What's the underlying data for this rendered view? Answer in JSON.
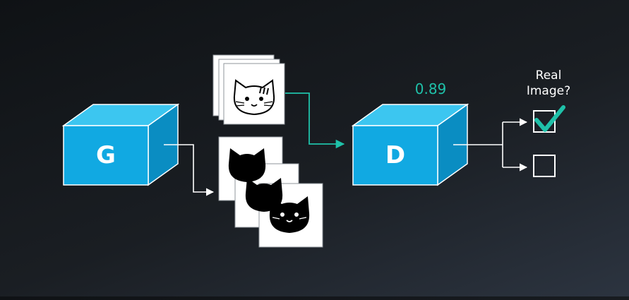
{
  "generator": {
    "letter": "G"
  },
  "discriminator": {
    "letter": "D",
    "score": "0.89"
  },
  "question": {
    "line1": "Real",
    "line2": "Image?"
  },
  "outputs": {
    "real_checked": true,
    "fake_checked": false
  },
  "colors": {
    "box_fill": "#11a9e2",
    "box_top": "#3cc6f0",
    "box_side": "#0a8dc2",
    "arrow_white": "#ffffff",
    "arrow_teal": "#1fc1a9",
    "check": "#1fc1a9",
    "cat_black": "#000000"
  },
  "icons": {
    "real_cat": "cat-outline-icon",
    "fake_cat": "cat-silhouette-icon",
    "checkbox": "checkbox-icon",
    "checkmark": "checkmark-icon"
  }
}
